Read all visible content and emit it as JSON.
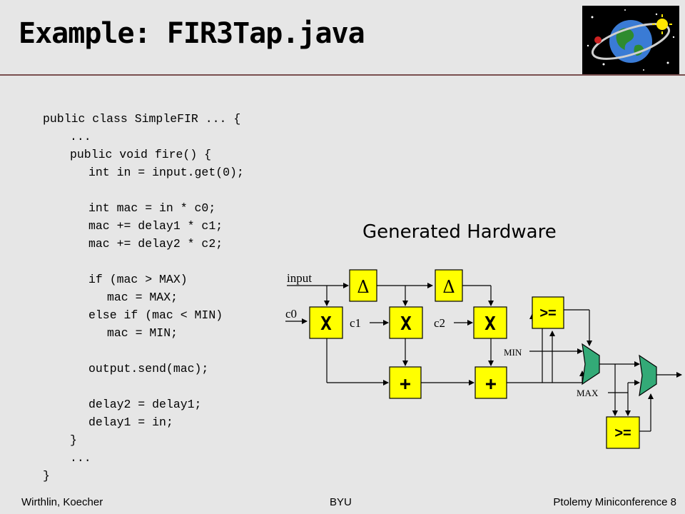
{
  "slide": {
    "title": "Example: FIR3Tap.java",
    "subtitle": "Generated Hardware"
  },
  "code_lines": [
    {
      "indent": 0,
      "text": "public class SimpleFIR ... {"
    },
    {
      "indent": 1,
      "text": "..."
    },
    {
      "indent": 1,
      "text": "public void fire() {"
    },
    {
      "indent": 2,
      "text": "int in = input.get(0);"
    },
    {
      "indent": 0,
      "text": ""
    },
    {
      "indent": 2,
      "text": "int mac = in * c0;"
    },
    {
      "indent": 2,
      "text": "mac += delay1 * c1;"
    },
    {
      "indent": 2,
      "text": "mac += delay2 * c2;"
    },
    {
      "indent": 0,
      "text": ""
    },
    {
      "indent": 2,
      "text": "if (mac > MAX)"
    },
    {
      "indent": 3,
      "text": "mac = MAX;"
    },
    {
      "indent": 2,
      "text": "else if (mac < MIN)"
    },
    {
      "indent": 3,
      "text": "mac = MIN;"
    },
    {
      "indent": 0,
      "text": ""
    },
    {
      "indent": 2,
      "text": "output.send(mac);"
    },
    {
      "indent": 0,
      "text": ""
    },
    {
      "indent": 2,
      "text": "delay2 = delay1;"
    },
    {
      "indent": 2,
      "text": "delay1 = in;"
    },
    {
      "indent": 1,
      "text": "}"
    },
    {
      "indent": 1,
      "text": "..."
    },
    {
      "indent": 0,
      "text": "}"
    }
  ],
  "diagram": {
    "input_label": "input",
    "c0_label": "c0",
    "c1_label": "c1",
    "c2_label": "c2",
    "delay_symbol": "Δ",
    "mult_symbol": "X",
    "add_symbol": "+",
    "compare_symbol": ">=",
    "min_label": "MIN",
    "max_label": "MAX",
    "block_color": "#ffff00"
  },
  "footer": {
    "authors": "Wirthlin, Koecher",
    "org": "BYU",
    "event": "Ptolemy Miniconference",
    "page": "8"
  }
}
